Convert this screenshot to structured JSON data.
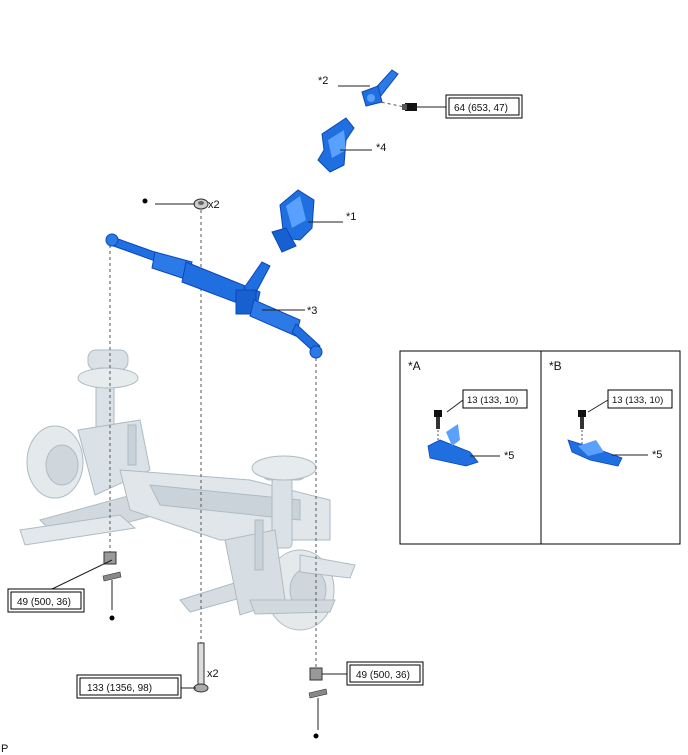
{
  "callouts": {
    "c2": "*2",
    "c4": "*4",
    "c1": "*1",
    "c3": "*3",
    "c5a": "*5",
    "c5b": "*5"
  },
  "torques": {
    "top_right": "64 (653, 47)",
    "left_nut": "49 (500, 36)",
    "center_bolt": "133 (1356, 98)",
    "right_nut": "49 (500, 36)",
    "inset_a": "13 (133, 10)",
    "inset_b": "13 (133, 10)"
  },
  "quantities": {
    "top_nut": "x2",
    "bottom_bolt": "x2"
  },
  "insets": {
    "a_label": "*A",
    "b_label": "*B"
  },
  "markers": {
    "corner": "P"
  },
  "colors": {
    "part_blue": "#1f6fe0",
    "part_blue_dark": "#0d47b8",
    "part_blue_light": "#5aa0ff",
    "chassis_grey": "#d5dde3",
    "chassis_edge": "#a9b6bf",
    "leader": "#222222"
  }
}
